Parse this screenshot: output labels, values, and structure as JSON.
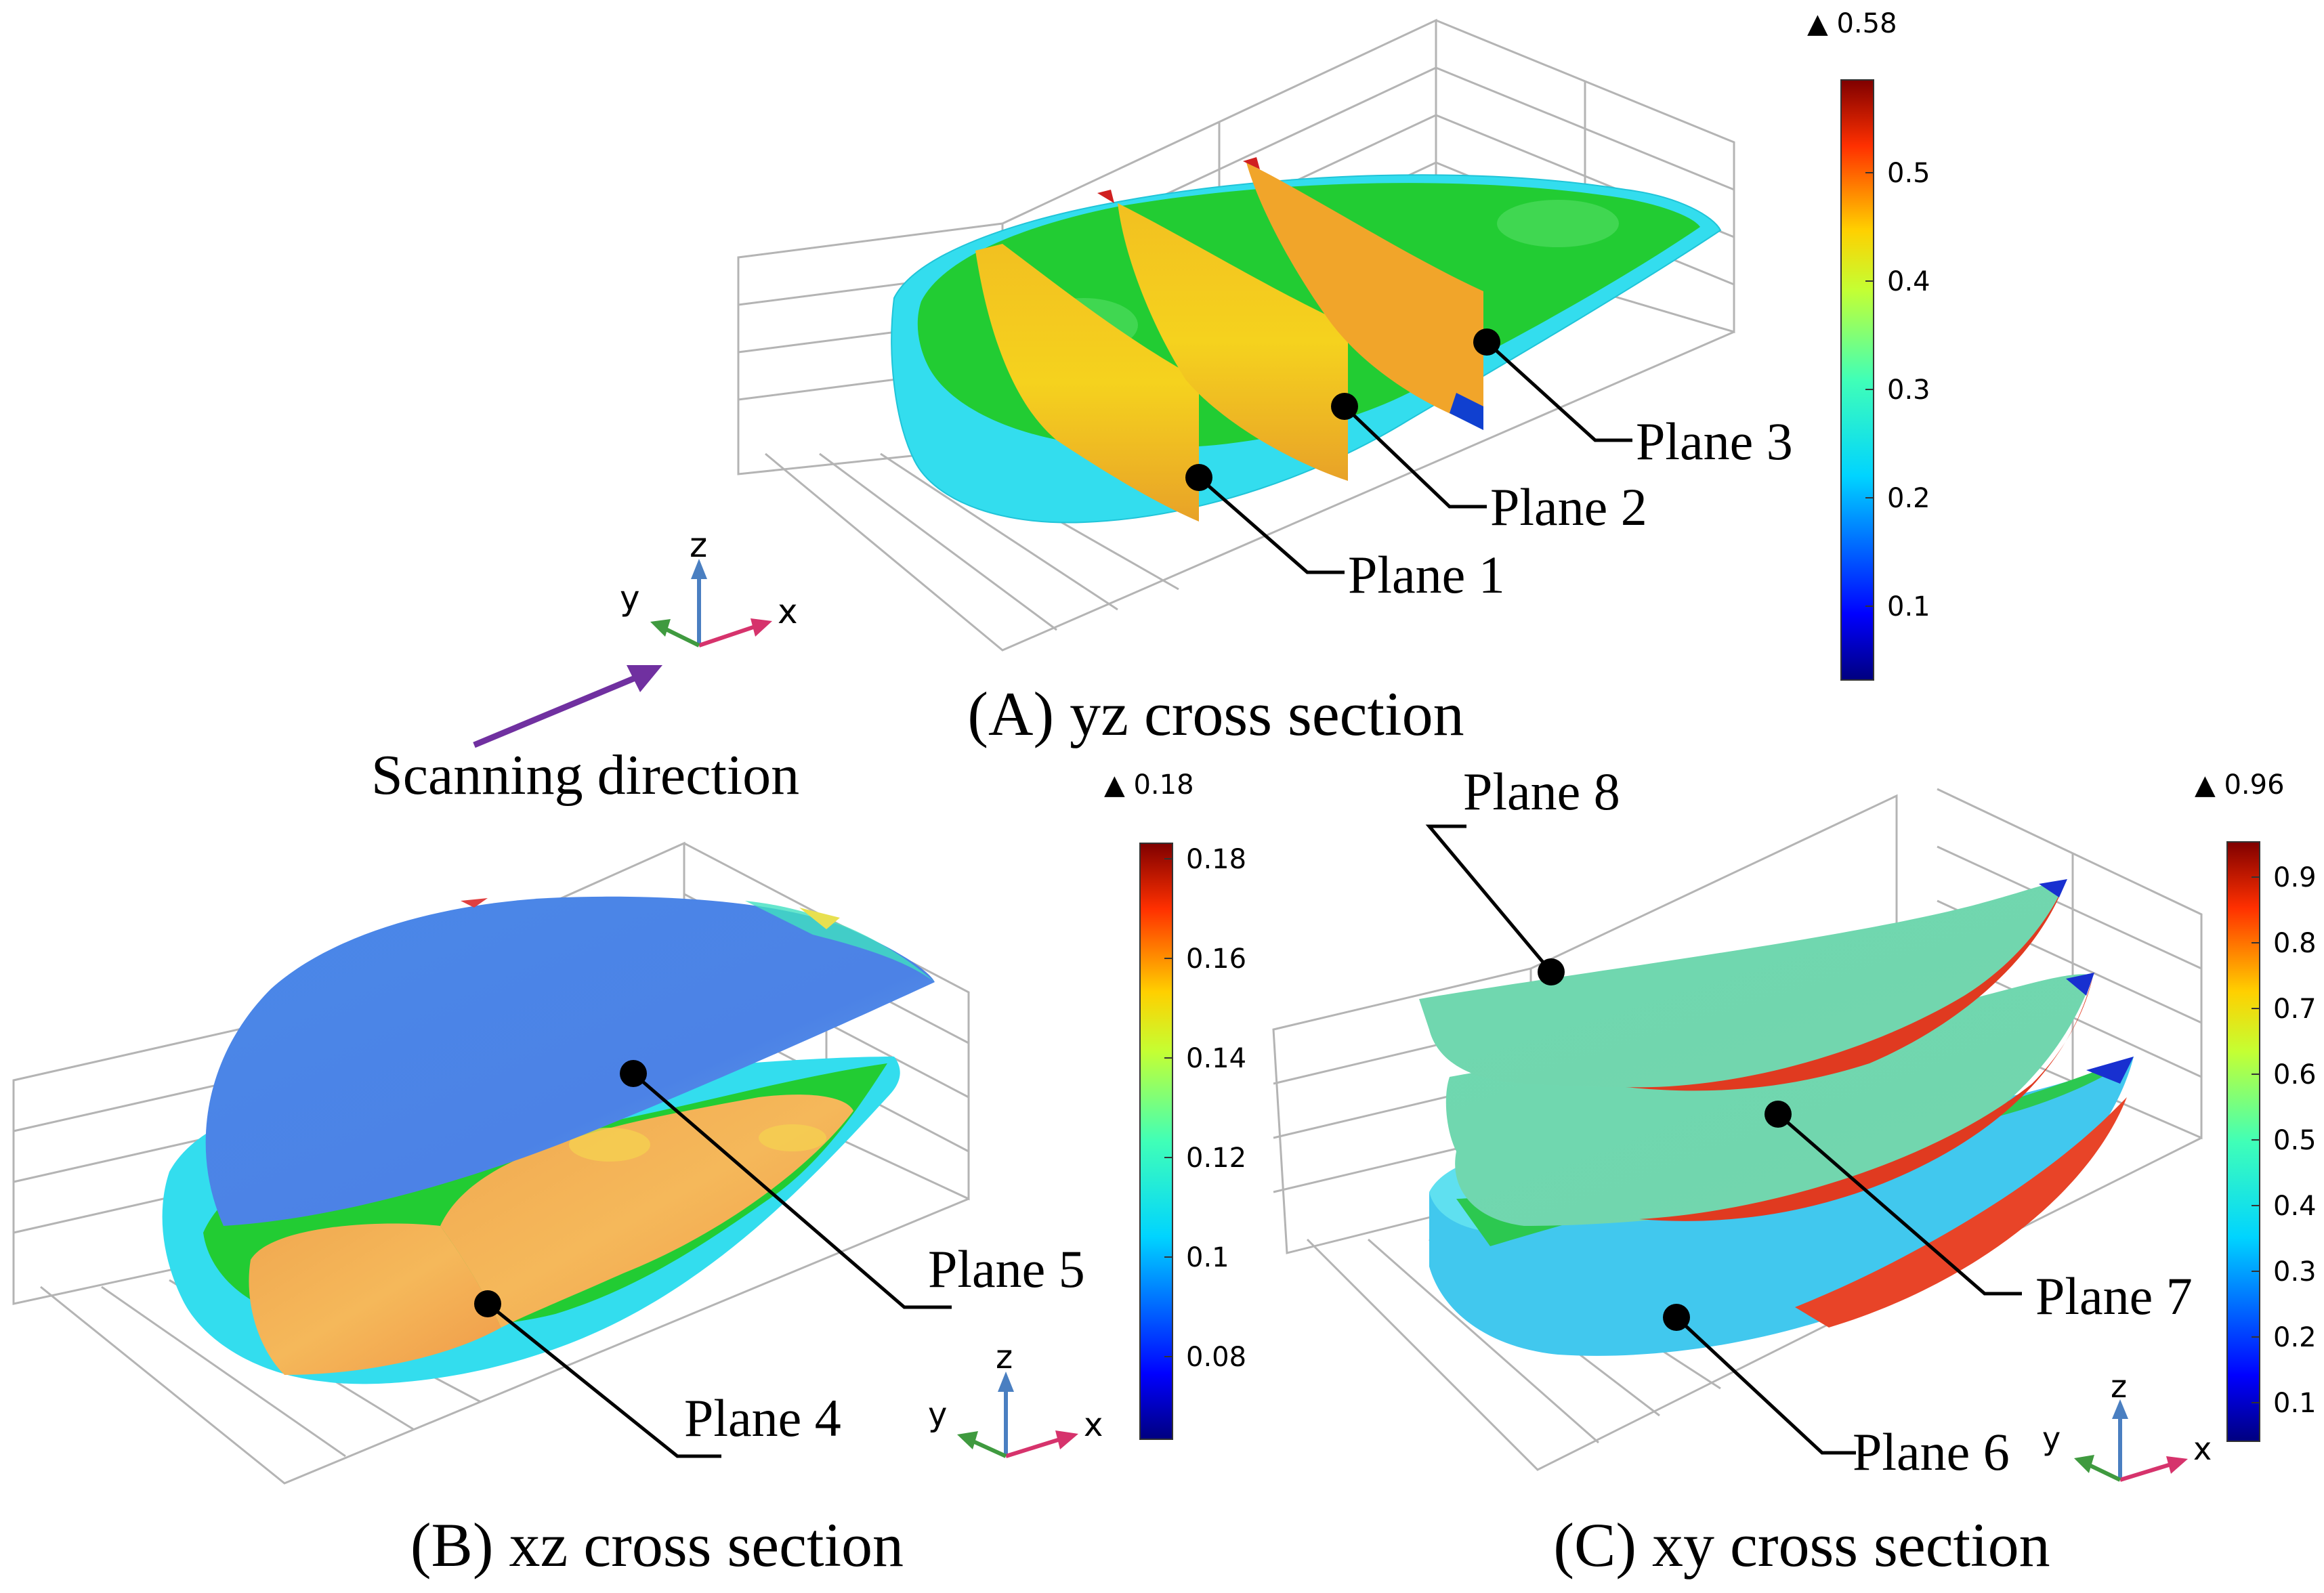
{
  "panel_a": {
    "caption": "(A) yz cross section",
    "colorbar_max": "▲ 0.58",
    "colorbar_ticks": [
      "0.5",
      "0.4",
      "0.3",
      "0.2",
      "0.1"
    ],
    "planes": [
      "Plane 1",
      "Plane 2",
      "Plane 3"
    ]
  },
  "panel_b": {
    "caption": "(B) xz cross section",
    "colorbar_max": "▲ 0.18",
    "colorbar_ticks": [
      "0.18",
      "0.16",
      "0.14",
      "0.12",
      "0.1",
      "0.08"
    ],
    "planes": [
      "Plane 4",
      "Plane 5"
    ]
  },
  "panel_c": {
    "caption": "(C) xy cross section",
    "colorbar_max": "▲ 0.96",
    "colorbar_ticks": [
      "0.9",
      "0.8",
      "0.7",
      "0.6",
      "0.5",
      "0.4",
      "0.3",
      "0.2",
      "0.1"
    ],
    "planes": [
      "Plane 6",
      "Plane 7",
      "Plane 8"
    ]
  },
  "scanning_label": "Scanning direction",
  "axes": {
    "x": "x",
    "y": "y",
    "z": "z"
  },
  "colors": {
    "jet_low": "#00007f",
    "jet_high": "#7f0000",
    "scan_arrow": "#7030a0",
    "axis_x": "#d6336c",
    "axis_y": "#3f9a3f",
    "axis_z": "#4a7fc1"
  }
}
